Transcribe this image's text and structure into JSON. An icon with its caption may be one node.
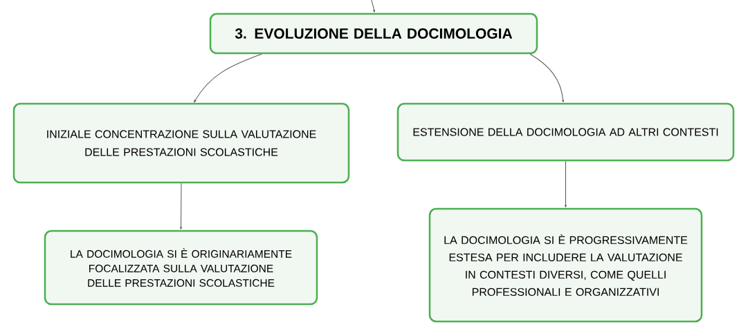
{
  "diagram": {
    "nodes": [
      {
        "text": [
          "3. EVOLUZIONE DELLA DOCIMOLOGIA"
        ]
      },
      {
        "text": [
          "INIZIALE CONCENTRAZIONE SULLA VALUTAZIONE DELLE PRESTAZIONI SCOLASTICHE"
        ]
      },
      {
        "text": [
          "ESTENSIONE DELLA DOCIMOLOGIA AD ALTRI CONTESTI"
        ]
      },
      {
        "text": [
          "LA DOCIMOLOGIA SI È ORIGINARIAMENTE FOCALIZZATA SULLA VALUTAZIONE DELLE PRESTAZIONI SCOLASTICHE"
        ]
      },
      {
        "text": [
          "LA DOCIMOLOGIA SI È PROGRESSIVAMENTE ESTESA PER INCLUDERE LA VALUTAZIONE IN CONTESTI DIVERSI, COME QUELLI PROFESSIONALI E ORGANIZZATIVI"
        ]
      }
    ],
    "edges": [
      {
        "from": null,
        "to": 0,
        "arrow": "to"
      },
      {
        "from": 0,
        "to": 1,
        "arrow": "to"
      },
      {
        "from": 0,
        "to": 2,
        "arrow": "to"
      },
      {
        "from": 1,
        "to": 3,
        "arrow": "to"
      },
      {
        "from": 2,
        "to": 4,
        "arrow": "to"
      }
    ]
  }
}
